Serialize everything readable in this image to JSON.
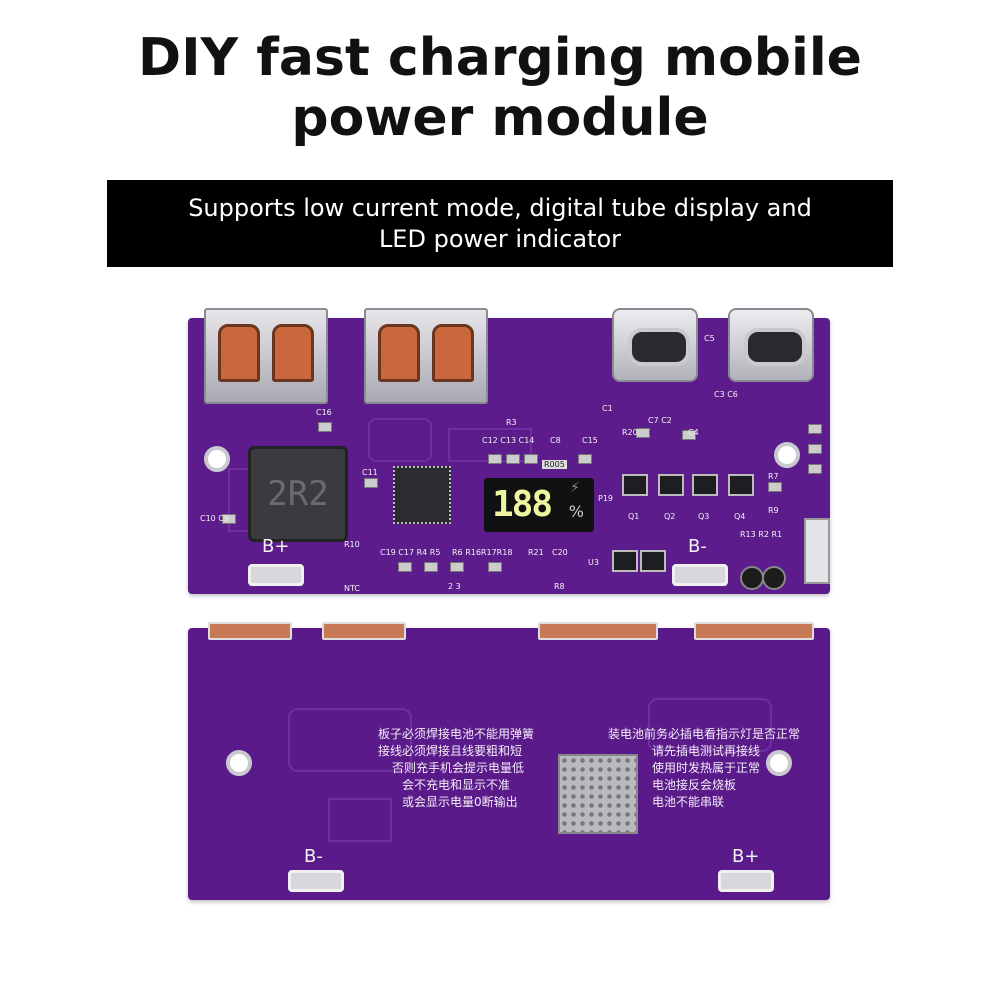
{
  "header": {
    "title_line1": "DIY fast charging mobile",
    "title_line2": "power module"
  },
  "banner": {
    "line1": "Supports low current mode, digital tube display and",
    "line2": "LED power indicator"
  },
  "top_board": {
    "inductor_label": "2R2",
    "display_digits": "188",
    "display_unit": "%",
    "b_plus": "B+",
    "b_minus": "B-",
    "ntc": "NTC",
    "labels": {
      "c16": "C16",
      "c11": "C11",
      "c10c9": "C10 C9",
      "r10": "R10",
      "c19row": "C19 C17 R4 R5",
      "r6row": "R6 R16R17R18",
      "r21": "R21",
      "c20": "C20",
      "r8": "R8",
      "u3": "U3",
      "c12row": "C12 C13 C14",
      "c8": "C8",
      "r005": "R005",
      "c15": "C15",
      "r3": "R3",
      "c1": "C1",
      "c5": "C5",
      "c3c6": "C3 C6",
      "r20": "R20",
      "c7c2": "C7 C2",
      "c4": "C4",
      "p19": "P19",
      "q1": "Q1",
      "q2": "Q2",
      "q3": "Q3",
      "q4": "Q4",
      "r7": "R7",
      "r9": "R9",
      "r13r2r1": "R13 R2 R1",
      "n23": "2 3"
    }
  },
  "bottom_board": {
    "b_minus": "B-",
    "b_plus": "B+",
    "note_left": [
      "板子必须焊接电池不能用弹簧",
      "接线必须焊接且线要粗和短",
      "否则充手机会提示电量低",
      "会不充电和显示不准",
      "或会显示电量0断输出"
    ],
    "note_right": [
      "装电池前务必插电看指示灯是否正常",
      "请先插电测试再接线",
      "使用时发热属于正常",
      "电池接反会烧板",
      "电池不能串联"
    ]
  },
  "colors": {
    "pcb_purple": "#5c1c8c",
    "banner_bg": "#000000"
  }
}
